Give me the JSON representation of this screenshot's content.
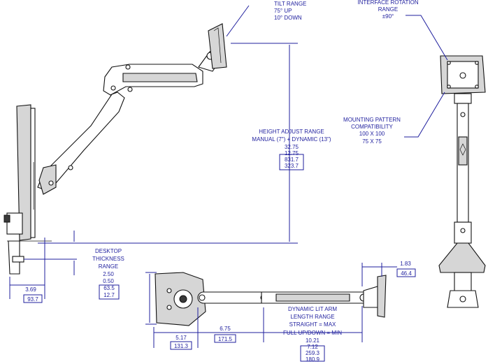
{
  "tilt_range": {
    "title": "TILT RANGE",
    "line1": "75° UP",
    "line2": "10° DOWN"
  },
  "interface_rotation": {
    "line1": "INTERFACE ROTATION",
    "line2": "RANGE",
    "line3": "±90°"
  },
  "height_adjust": {
    "line1": "HEIGHT ADJUST RANGE",
    "line2": "MANUAL (7\") + DYNAMIC (13\")",
    "in_max": "32.75",
    "in_min": "12.75",
    "mm_max": "831.7",
    "mm_min": "323.7"
  },
  "mounting_pattern": {
    "line1": "MOUNTING PATTERN",
    "line2": "COMPATIBILITY",
    "line3": "100 X 100",
    "line4": "75 X 75"
  },
  "desk_thickness": {
    "line1": "DESKTOP",
    "line2": "THICKNESS",
    "line3": "RANGE",
    "in_max": "2.50",
    "in_min": "0.50",
    "mm_max": "63.5",
    "mm_min": "12.7"
  },
  "clamp_offset": {
    "in": "3.69",
    "mm": "93.7"
  },
  "dynamic_arm": {
    "line1": "DYNAMIC LIT ARM",
    "line2": "LENGTH RANGE",
    "line3": "STRAIGHT = MAX",
    "line4": "FULL UP/DOWN = MIN",
    "in_max": "10.21",
    "in_min": "7.12",
    "mm_max": "259.3",
    "mm_min": "180.9"
  },
  "base_arm": {
    "in": "5.17",
    "mm": "131.3"
  },
  "link_length": {
    "in": "6.75",
    "mm": "171.5"
  },
  "head_depth": {
    "in": "1.83",
    "mm": "46.4"
  },
  "colors": {
    "dimension": "#1f1f9e",
    "outline": "#111111",
    "fill": "#d6d6d6"
  }
}
